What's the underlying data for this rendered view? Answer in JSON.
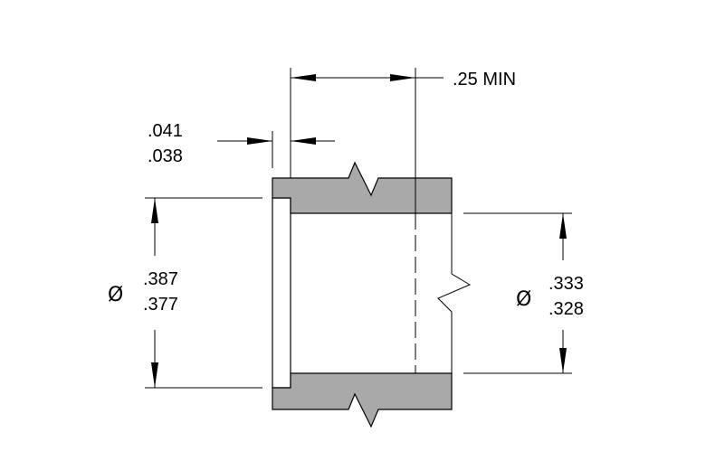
{
  "dimensions": {
    "length_min": ".25 MIN",
    "flange_thickness": {
      "upper": ".041",
      "lower": ".038"
    },
    "outer_diameter": {
      "symbol": "Ø",
      "upper": ".387",
      "lower": ".377"
    },
    "inner_diameter": {
      "symbol": "Ø",
      "upper": ".333",
      "lower": ".328"
    }
  },
  "colors": {
    "section_fill": "#a9a9a9",
    "lines": "#000000"
  }
}
